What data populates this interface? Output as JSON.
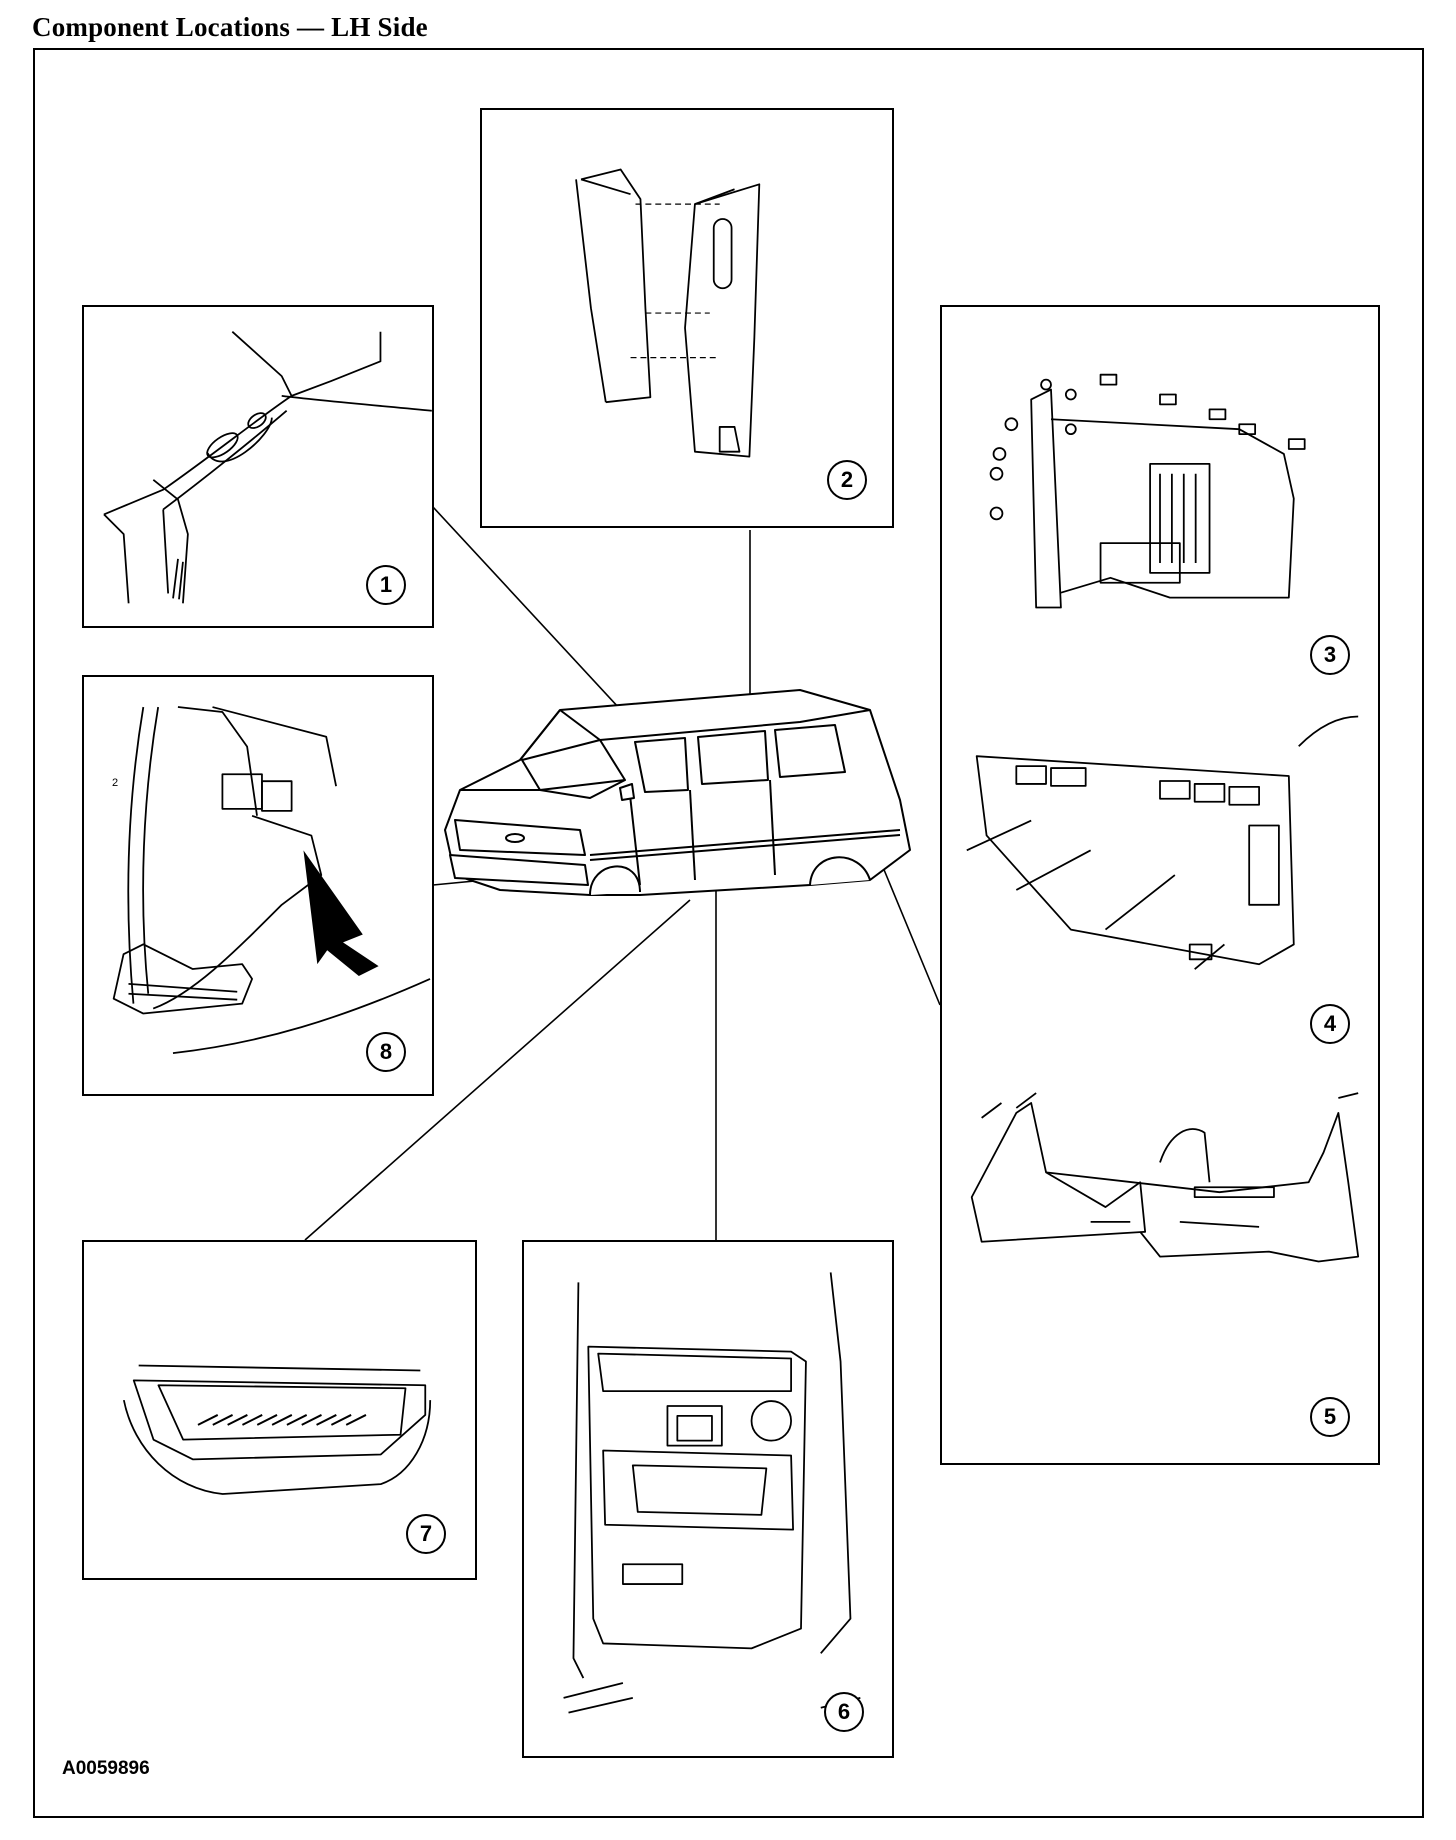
{
  "title": "Component Locations — LH Side",
  "figure_id": "A0059896",
  "callouts": {
    "c1": "1",
    "c2": "2",
    "c3": "3",
    "c4": "4",
    "c5": "5",
    "c6": "6",
    "c7": "7",
    "c8": "8"
  },
  "detail_label_8": "2",
  "colors": {
    "line": "#000000",
    "background": "#ffffff"
  }
}
